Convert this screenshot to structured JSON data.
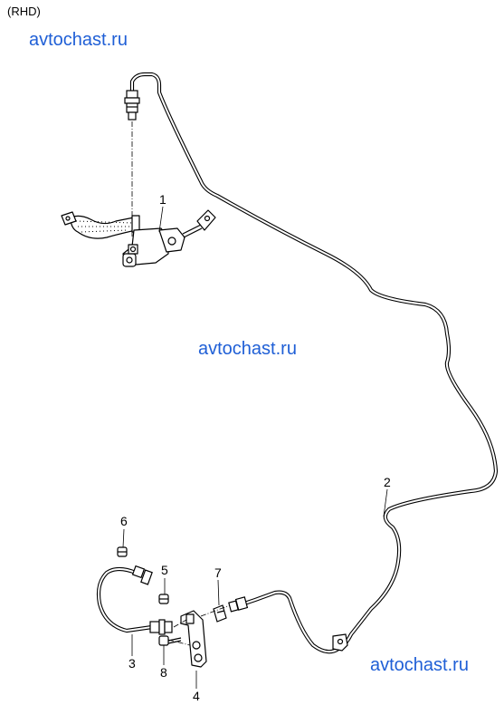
{
  "header": {
    "region_tag": "(RHD)"
  },
  "watermarks": [
    "avtochast.ru",
    "avtochast.ru",
    "avtochast.ru"
  ],
  "callouts": {
    "part_1": "1",
    "part_2": "2",
    "part_3": "3",
    "part_4": "4",
    "part_5": "5",
    "part_6": "6",
    "part_7": "7",
    "part_8": "8"
  },
  "colors": {
    "watermark": "#1f5fd6",
    "line": "#000000"
  }
}
